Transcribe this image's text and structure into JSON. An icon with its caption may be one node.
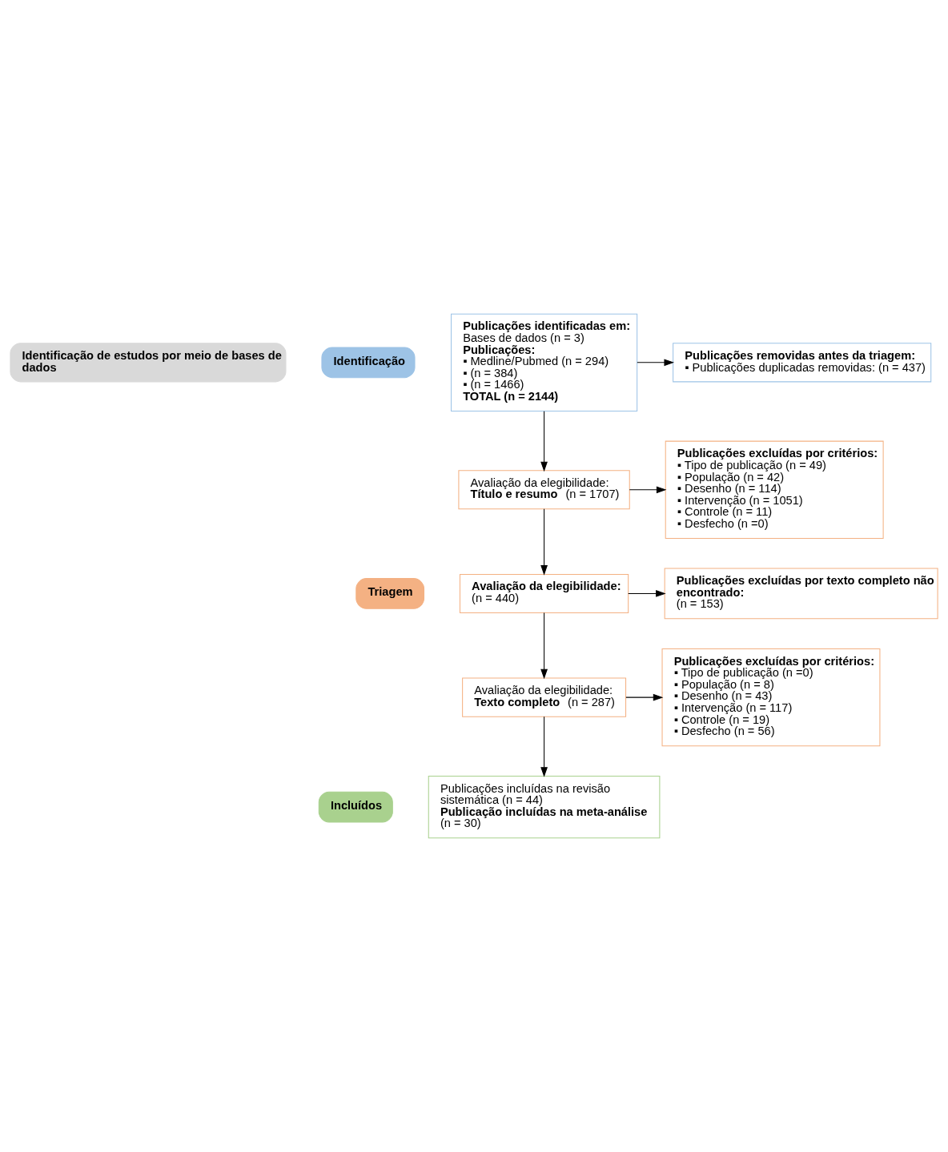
{
  "diagram": {
    "nodes": [
      {
        "text": [
          "Identificação de estudos por meio de bases de dados"
        ]
      },
      {
        "text": [
          "Identificação"
        ]
      },
      {
        "text": [
          "Triagem"
        ]
      },
      {
        "text": [
          "Incluídos"
        ]
      },
      {
        "text": [
          "Publicações identificadas em:",
          "Bases de dados (n = 3)",
          "Publicações:",
          "▪ Medline/Pubmed (n = 294)",
          "▪ (n = 384)",
          "▪ (n = 1466)",
          "TOTAL (n = 2144)"
        ]
      },
      {
        "text": [
          "Publicações removidas antes da triagem:",
          "▪ Publicações duplicadas removidas: (n = 437)"
        ]
      },
      {
        "text": [
          "Avaliação da elegibilidade:",
          "**Título e resumo** (n = 1707)"
        ]
      },
      {
        "text": [
          "Publicações excluídas por critérios:",
          "▪ Tipo de publicação (n = 49)",
          "▪ População (n = 42)",
          "▪ Desenho (n = 114)",
          "▪ Intervenção (n = 1051)",
          "▪ Controle (n = 11)",
          "▪ Desfecho (n =0)"
        ]
      },
      {
        "text": [
          "Avaliação da elegibilidade:",
          "(n = 440)"
        ]
      },
      {
        "text": [
          "Publicações excluídas por texto completo não encontrado:",
          "(n = 153)"
        ]
      },
      {
        "text": [
          "Avaliação da elegibilidade:",
          "**Texto completo** (n = 287)"
        ]
      },
      {
        "text": [
          "Publicações excluídas por critérios:",
          "▪ Tipo de publicação (n =0)",
          "▪ População (n = 8)",
          "▪ Desenho (n = 43)",
          "▪ Intervenção (n = 117)",
          "▪ Controle (n = 19)",
          "▪ Desfecho (n = 56)"
        ]
      },
      {
        "text": [
          "**Publicações incluídas na revisão sistemática** (n = 44)",
          "**Publicação incluídas na meta-análise** (n = 30)"
        ]
      }
    ],
    "edges": [
      {
        "from": 4,
        "to": 5,
        "arrow": "to"
      },
      {
        "from": 4,
        "to": 6,
        "arrow": "to"
      },
      {
        "from": 6,
        "to": 7,
        "arrow": "to"
      },
      {
        "from": 6,
        "to": 8,
        "arrow": "to"
      },
      {
        "from": 8,
        "to": 9,
        "arrow": "to"
      },
      {
        "from": 8,
        "to": 10,
        "arrow": "to"
      },
      {
        "from": 10,
        "to": 11,
        "arrow": "to"
      },
      {
        "from": 10,
        "to": 12,
        "arrow": "to"
      }
    ]
  }
}
